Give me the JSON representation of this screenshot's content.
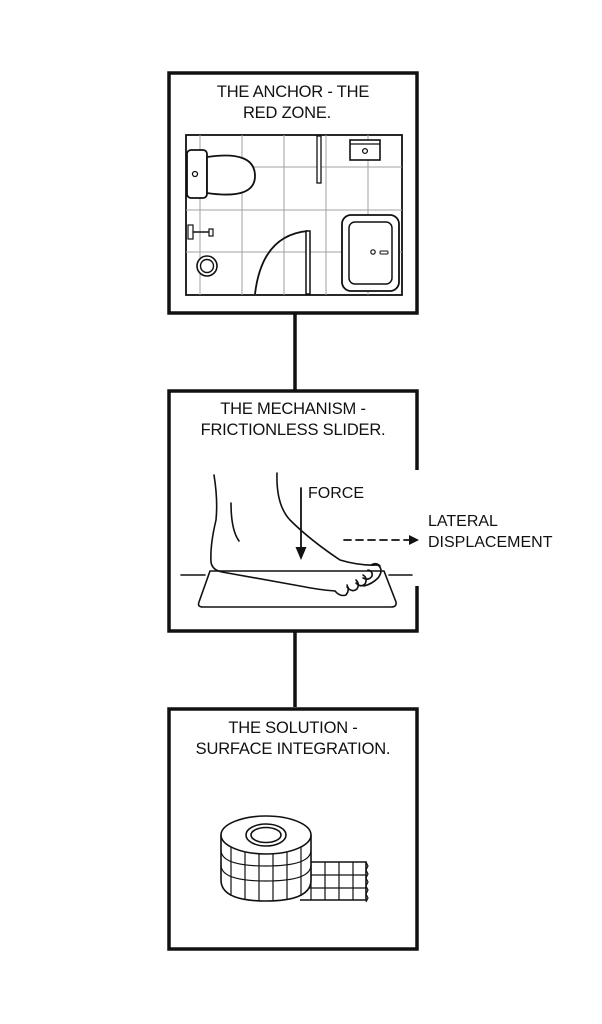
{
  "panels": [
    {
      "id": "anchor",
      "title_line1": "THE ANCHOR - THE",
      "title_line2": "RED ZONE.",
      "illustration": "bathroom-floor-plan-icon"
    },
    {
      "id": "mechanism",
      "title_line1": "THE MECHANISM -",
      "title_line2": "FRICTIONLESS SLIDER.",
      "illustration": "foot-on-mat-icon",
      "force_label": "FORCE",
      "lateral_line1": "LATERAL",
      "lateral_line2": "DISPLACEMENT"
    },
    {
      "id": "solution",
      "title_line1": "THE SOLUTION -",
      "title_line2": "SURFACE INTEGRATION.",
      "illustration": "grip-tape-roll-icon"
    }
  ],
  "colors": {
    "stroke": "#111111",
    "background": "#ffffff",
    "tile_grid": "#9a9a9a"
  }
}
